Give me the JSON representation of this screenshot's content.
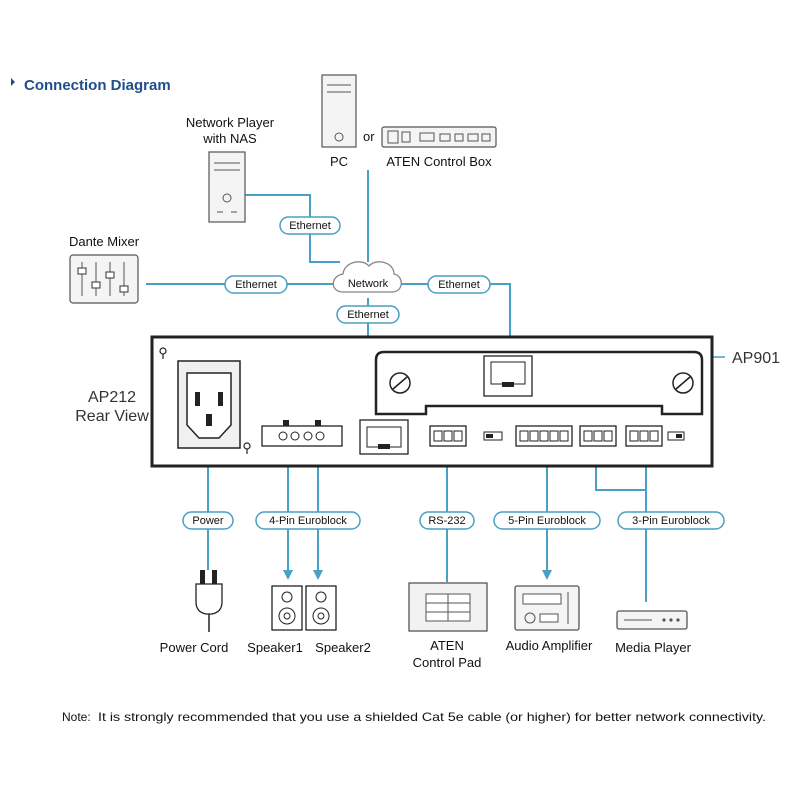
{
  "title": "Connection Diagram",
  "devices": {
    "pc": "PC",
    "or": "or",
    "control_box": "ATEN Control Box",
    "network_player": [
      "Network Player",
      "with NAS"
    ],
    "dante_mixer": "Dante Mixer",
    "network": "Network",
    "ap901": "AP901",
    "ap212": [
      "AP212",
      "Rear View"
    ],
    "power_cord": "Power Cord",
    "speaker1": "Speaker1",
    "speaker2": "Speaker2",
    "control_pad": [
      "ATEN",
      "Control Pad"
    ],
    "audio_amplifier": "Audio Amplifier",
    "media_player": "Media Player"
  },
  "connections": {
    "ethernet_player": "Ethernet",
    "ethernet_mixer": "Ethernet",
    "ethernet_ap901": "Ethernet",
    "ethernet_ap212": "Ethernet",
    "power": "Power",
    "four_pin": "4-Pin Euroblock",
    "rs232": "RS-232",
    "five_pin": "5-Pin Euroblock",
    "three_pin": "3-Pin Euroblock"
  },
  "note": {
    "label": "Note:",
    "text": "It is strongly recommended that you use a shielded Cat 5e cable (or higher) for better network connectivity."
  },
  "colors": {
    "wire": "#4a9fc4",
    "title": "#1f4e8c",
    "panel": "#222222"
  }
}
